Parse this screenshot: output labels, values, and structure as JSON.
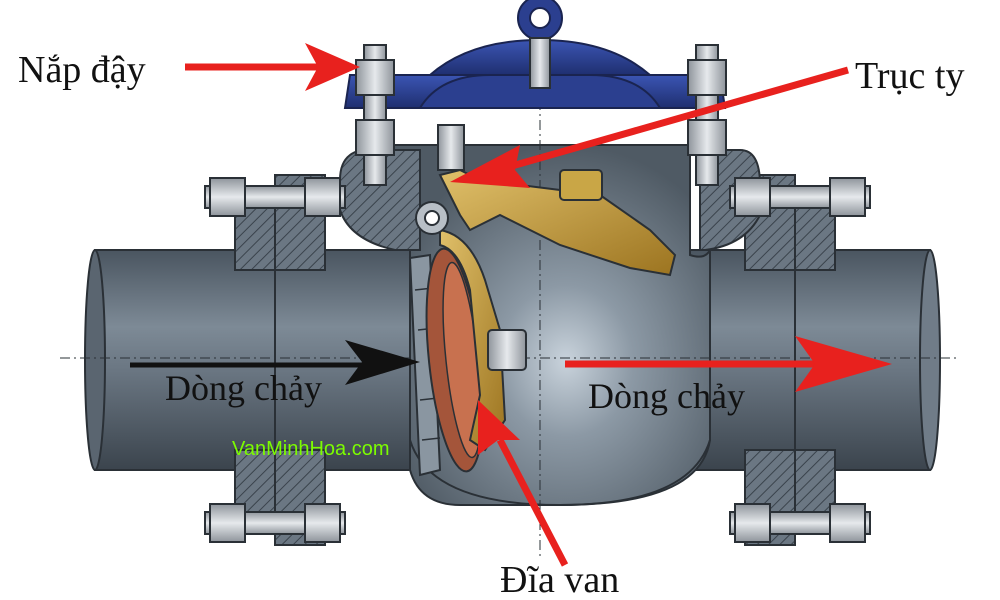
{
  "labels": {
    "cover": "Nắp đậy",
    "stem": "Trục ty",
    "disc": "Đĩa van",
    "flow_in": "Dòng chảy",
    "flow_out": "Dòng chảy"
  },
  "watermark": "VanMinhHoa.com",
  "colors": {
    "body": "#5f6c78",
    "body_dark": "#3e4852",
    "body_light": "#8795a2",
    "cover": "#2b3f8f",
    "disc_arm": "#b8902e",
    "disc_face": "#a4553a",
    "hatch": "#56616c",
    "bolt": "#c2c6cc",
    "arrow": "#e8211e",
    "flow_arrow": "#111111",
    "watermark": "#7CFC00"
  }
}
